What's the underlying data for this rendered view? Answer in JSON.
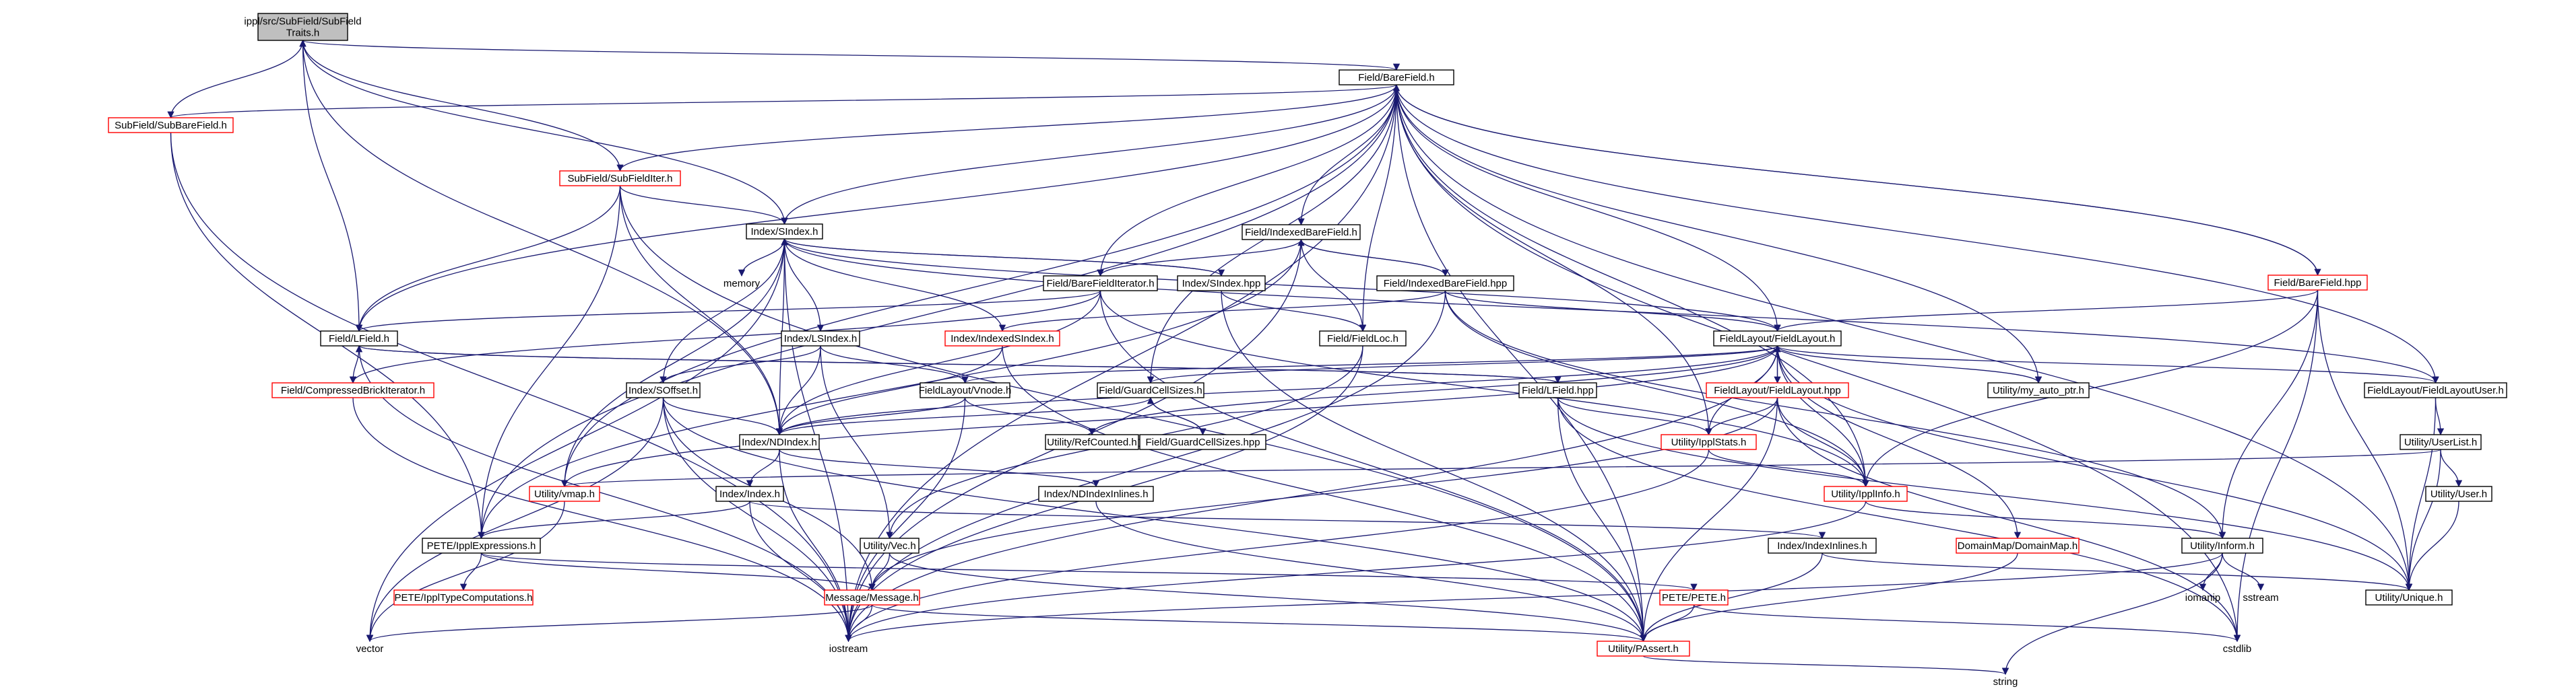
{
  "colors": {
    "edge": "#191970",
    "root_fill": "#bfbfbf",
    "box_border": "#000000",
    "red_border": "#ff0000",
    "red_text": "#ff0000",
    "text": "#000000"
  },
  "nodes": [
    {
      "id": "root",
      "label": "ippl/src/SubField/SubField\nTraits.h",
      "style": "root"
    },
    {
      "id": "barefield_h",
      "label": "Field/BareField.h",
      "style": "black"
    },
    {
      "id": "subbarefield",
      "label": "SubField/SubBareField.h",
      "style": "red"
    },
    {
      "id": "subfielditer",
      "label": "SubField/SubFieldIter.h",
      "style": "red"
    },
    {
      "id": "sindex_h",
      "label": "Index/SIndex.h",
      "style": "black"
    },
    {
      "id": "indexedbarefield_h",
      "label": "Field/IndexedBareField.h",
      "style": "black"
    },
    {
      "id": "barefieldhpp",
      "label": "Field/BareField.hpp",
      "style": "red"
    },
    {
      "id": "memory",
      "label": "memory",
      "style": "plain"
    },
    {
      "id": "sindex_hpp",
      "label": "Index/SIndex.hpp",
      "style": "black"
    },
    {
      "id": "barefielditerator",
      "label": "Field/BareFieldIterator.h",
      "style": "black"
    },
    {
      "id": "indexedbarefield_hpp",
      "label": "Field/IndexedBareField.hpp",
      "style": "black"
    },
    {
      "id": "lfield_h",
      "label": "Field/LField.h",
      "style": "black"
    },
    {
      "id": "lsindex",
      "label": "Index/LSIndex.h",
      "style": "black"
    },
    {
      "id": "indexedsindex",
      "label": "Index/IndexedSIndex.h",
      "style": "red"
    },
    {
      "id": "fieldloc",
      "label": "Field/FieldLoc.h",
      "style": "black"
    },
    {
      "id": "fieldlayout_h",
      "label": "FieldLayout/FieldLayout.h",
      "style": "black"
    },
    {
      "id": "compressedbrick",
      "label": "Field/CompressedBrickIterator.h",
      "style": "red"
    },
    {
      "id": "soffset",
      "label": "Index/SOffset.h",
      "style": "black"
    },
    {
      "id": "vnode",
      "label": "FieldLayout/Vnode.h",
      "style": "black"
    },
    {
      "id": "guardcellsizes_h",
      "label": "Field/GuardCellSizes.h",
      "style": "black"
    },
    {
      "id": "lfield_hpp",
      "label": "Field/LField.hpp",
      "style": "black"
    },
    {
      "id": "fieldlayout_hpp",
      "label": "FieldLayout/FieldLayout.hpp",
      "style": "red"
    },
    {
      "id": "my_auto_ptr",
      "label": "Utility/my_auto_ptr.h",
      "style": "black"
    },
    {
      "id": "fieldlayoutuser",
      "label": "FieldLayout/FieldLayoutUser.h",
      "style": "black"
    },
    {
      "id": "ndindex_h",
      "label": "Index/NDIndex.h",
      "style": "black"
    },
    {
      "id": "refcounted",
      "label": "Utility/RefCounted.h",
      "style": "black"
    },
    {
      "id": "guardcellsizes_hpp",
      "label": "Field/GuardCellSizes.hpp",
      "style": "black"
    },
    {
      "id": "ipplstats",
      "label": "Utility/IpplStats.h",
      "style": "red"
    },
    {
      "id": "userlist",
      "label": "Utility/UserList.h",
      "style": "black"
    },
    {
      "id": "vmap",
      "label": "Utility/vmap.h",
      "style": "red"
    },
    {
      "id": "index_h",
      "label": "Index/Index.h",
      "style": "black"
    },
    {
      "id": "ndindexinlines",
      "label": "Index/NDIndexInlines.h",
      "style": "black"
    },
    {
      "id": "ipplinfo",
      "label": "Utility/IpplInfo.h",
      "style": "red"
    },
    {
      "id": "user_h",
      "label": "Utility/User.h",
      "style": "black"
    },
    {
      "id": "ipplexpressions",
      "label": "PETE/IpplExpressions.h",
      "style": "black"
    },
    {
      "id": "vec_h",
      "label": "Utility/Vec.h",
      "style": "black"
    },
    {
      "id": "indexinlines",
      "label": "Index/IndexInlines.h",
      "style": "black"
    },
    {
      "id": "domainmap",
      "label": "DomainMap/DomainMap.h",
      "style": "red"
    },
    {
      "id": "inform",
      "label": "Utility/Inform.h",
      "style": "black"
    },
    {
      "id": "ippltypecomputations",
      "label": "PETE/IpplTypeComputations.h",
      "style": "red"
    },
    {
      "id": "message",
      "label": "Message/Message.h",
      "style": "red"
    },
    {
      "id": "pete",
      "label": "PETE/PETE.h",
      "style": "red"
    },
    {
      "id": "iomanip",
      "label": "iomanip",
      "style": "plain"
    },
    {
      "id": "sstream",
      "label": "sstream",
      "style": "plain"
    },
    {
      "id": "unique",
      "label": "Utility/Unique.h",
      "style": "black"
    },
    {
      "id": "vector",
      "label": "vector",
      "style": "plain"
    },
    {
      "id": "iostream",
      "label": "iostream",
      "style": "plain"
    },
    {
      "id": "passert",
      "label": "Utility/PAssert.h",
      "style": "red"
    },
    {
      "id": "cstdlib",
      "label": "cstdlib",
      "style": "plain"
    },
    {
      "id": "string",
      "label": "string",
      "style": "plain"
    }
  ],
  "edges": [
    [
      "subbarefield",
      "root"
    ],
    [
      "subfielditer",
      "root"
    ],
    [
      "root",
      "barefield_h"
    ],
    [
      "root",
      "sindex_h"
    ],
    [
      "root",
      "lfield_h"
    ],
    [
      "root",
      "ndindex_h"
    ],
    [
      "barefield_h",
      "subbarefield"
    ],
    [
      "barefield_h",
      "subfielditer"
    ],
    [
      "barefield_h",
      "sindex_h"
    ],
    [
      "barefield_h",
      "indexedbarefield_h"
    ],
    [
      "barefield_h",
      "barefieldhpp"
    ],
    [
      "barefield_h",
      "barefielditerator"
    ],
    [
      "barefield_h",
      "lfield_h"
    ],
    [
      "barefield_h",
      "fieldloc"
    ],
    [
      "barefield_h",
      "fieldlayout_h"
    ],
    [
      "barefield_h",
      "guardcellsizes_h"
    ],
    [
      "barefield_h",
      "my_auto_ptr"
    ],
    [
      "barefield_h",
      "fieldlayoutuser"
    ],
    [
      "barefield_h",
      "ipplstats"
    ],
    [
      "barefield_h",
      "ipplinfo"
    ],
    [
      "barefield_h",
      "unique"
    ],
    [
      "barefield_h",
      "iostream"
    ],
    [
      "barefield_h",
      "passert"
    ],
    [
      "barefield_h",
      "cstdlib"
    ],
    [
      "barefield_h",
      "ipplexpressions"
    ],
    [
      "barefield_h",
      "vmap"
    ],
    [
      "subbarefield",
      "ipplexpressions"
    ],
    [
      "subbarefield",
      "iostream"
    ],
    [
      "subfielditer",
      "sindex_h"
    ],
    [
      "subfielditer",
      "lfield_h"
    ],
    [
      "subfielditer",
      "ndindex_h"
    ],
    [
      "subfielditer",
      "ipplexpressions"
    ],
    [
      "subfielditer",
      "passert"
    ],
    [
      "sindex_h",
      "sindex_hpp"
    ],
    [
      "sindex_h",
      "memory"
    ],
    [
      "sindex_h",
      "lsindex"
    ],
    [
      "sindex_h",
      "soffset"
    ],
    [
      "sindex_h",
      "ndindex_h"
    ],
    [
      "sindex_h",
      "fieldlayout_h"
    ],
    [
      "sindex_h",
      "fieldlayoutuser"
    ],
    [
      "sindex_h",
      "vector"
    ],
    [
      "sindex_h",
      "iostream"
    ],
    [
      "sindex_h",
      "vmap"
    ],
    [
      "sindex_hpp",
      "sindex_h"
    ],
    [
      "sindex_hpp",
      "fieldloc"
    ],
    [
      "sindex_hpp",
      "passert"
    ],
    [
      "indexedbarefield_h",
      "indexedbarefield_hpp"
    ],
    [
      "indexedbarefield_h",
      "barefielditerator"
    ],
    [
      "indexedbarefield_h",
      "fieldloc"
    ],
    [
      "indexedbarefield_h",
      "iostream"
    ],
    [
      "indexedbarefield_h",
      "ipplexpressions"
    ],
    [
      "indexedbarefield_hpp",
      "indexedbarefield_h"
    ],
    [
      "indexedbarefield_hpp",
      "fieldlayout_h"
    ],
    [
      "indexedbarefield_hpp",
      "indexedsindex"
    ],
    [
      "indexedbarefield_hpp",
      "ipplinfo"
    ],
    [
      "indexedbarefield_hpp",
      "iostream"
    ],
    [
      "indexedbarefield_hpp",
      "inform"
    ],
    [
      "barefieldhpp",
      "barefield_h"
    ],
    [
      "barefieldhpp",
      "fieldlayout_h"
    ],
    [
      "barefieldhpp",
      "ipplinfo"
    ],
    [
      "barefieldhpp",
      "inform"
    ],
    [
      "barefieldhpp",
      "unique"
    ],
    [
      "barefieldhpp",
      "cstdlib"
    ],
    [
      "barefielditerator",
      "lfield_h"
    ],
    [
      "barefielditerator",
      "compressedbrick"
    ],
    [
      "barefielditerator",
      "ndindex_h"
    ],
    [
      "barefielditerator",
      "passert"
    ],
    [
      "barefielditerator",
      "ipplinfo"
    ],
    [
      "lfield_h",
      "lfield_hpp"
    ],
    [
      "lfield_h",
      "compressedbrick"
    ],
    [
      "lfield_h",
      "iostream"
    ],
    [
      "lsindex",
      "vnode"
    ],
    [
      "lsindex",
      "soffset"
    ],
    [
      "lsindex",
      "ndindex_h"
    ],
    [
      "lsindex",
      "vec_h"
    ],
    [
      "indexedsindex",
      "sindex_h"
    ],
    [
      "indexedsindex",
      "ndindex_h"
    ],
    [
      "indexedsindex",
      "passert"
    ],
    [
      "fieldloc",
      "vec_h"
    ],
    [
      "fieldloc",
      "iostream"
    ],
    [
      "fieldlayout_h",
      "fieldlayout_hpp"
    ],
    [
      "fieldlayout_h",
      "vnode"
    ],
    [
      "fieldlayout_h",
      "guardcellsizes_h"
    ],
    [
      "fieldlayout_h",
      "my_auto_ptr"
    ],
    [
      "fieldlayout_h",
      "fieldlayoutuser"
    ],
    [
      "fieldlayout_h",
      "refcounted"
    ],
    [
      "fieldlayout_h",
      "ipplstats"
    ],
    [
      "fieldlayout_h",
      "ipplinfo"
    ],
    [
      "fieldlayout_h",
      "domainmap"
    ],
    [
      "fieldlayout_h",
      "unique"
    ],
    [
      "fieldlayout_h",
      "iostream"
    ],
    [
      "fieldlayout_h",
      "vmap"
    ],
    [
      "fieldlayout_h",
      "ndindex_h"
    ],
    [
      "fieldlayout_hpp",
      "fieldlayout_h"
    ],
    [
      "fieldlayout_hpp",
      "ipplstats"
    ],
    [
      "fieldlayout_hpp",
      "ipplinfo"
    ],
    [
      "fieldlayout_hpp",
      "passert"
    ],
    [
      "fieldlayout_hpp",
      "cstdlib"
    ],
    [
      "fieldlayout_hpp",
      "message"
    ],
    [
      "compressedbrick",
      "iostream"
    ],
    [
      "soffset",
      "ndindex_h"
    ],
    [
      "soffset",
      "vector"
    ],
    [
      "soffset",
      "iostream"
    ],
    [
      "soffset",
      "passert"
    ],
    [
      "soffset",
      "message"
    ],
    [
      "vnode",
      "ndindex_h"
    ],
    [
      "vnode",
      "refcounted"
    ],
    [
      "vnode",
      "iostream"
    ],
    [
      "guardcellsizes_h",
      "guardcellsizes_hpp"
    ],
    [
      "guardcellsizes_h",
      "ndindex_h"
    ],
    [
      "guardcellsizes_hpp",
      "guardcellsizes_h"
    ],
    [
      "lfield_hpp",
      "lfield_h"
    ],
    [
      "lfield_hpp",
      "ipplstats"
    ],
    [
      "lfield_hpp",
      "passert"
    ],
    [
      "lfield_hpp",
      "unique"
    ],
    [
      "lfield_hpp",
      "cstdlib"
    ],
    [
      "fieldlayoutuser",
      "userlist"
    ],
    [
      "fieldlayoutuser",
      "unique"
    ],
    [
      "ndindex_h",
      "index_h"
    ],
    [
      "ndindex_h",
      "ndindexinlines"
    ],
    [
      "ndindex_h",
      "iostream"
    ],
    [
      "ipplstats",
      "ipplinfo"
    ],
    [
      "ipplstats",
      "iostream"
    ],
    [
      "userlist",
      "user_h"
    ],
    [
      "userlist",
      "unique"
    ],
    [
      "userlist",
      "vmap"
    ],
    [
      "user_h",
      "unique"
    ],
    [
      "vmap",
      "vector"
    ],
    [
      "index_h",
      "ipplexpressions"
    ],
    [
      "index_h",
      "indexinlines"
    ],
    [
      "index_h",
      "iostream"
    ],
    [
      "ndindexinlines",
      "passert"
    ],
    [
      "ipplinfo",
      "inform"
    ],
    [
      "ipplinfo",
      "iostream"
    ],
    [
      "ipplexpressions",
      "ippltypecomputations"
    ],
    [
      "ipplexpressions",
      "pete"
    ],
    [
      "ipplexpressions",
      "message"
    ],
    [
      "vec_h",
      "message"
    ],
    [
      "vec_h",
      "passert"
    ],
    [
      "indexinlines",
      "unique"
    ],
    [
      "indexinlines",
      "passert"
    ],
    [
      "domainmap",
      "passert"
    ],
    [
      "inform",
      "iomanip"
    ],
    [
      "inform",
      "sstream"
    ],
    [
      "inform",
      "iostream"
    ],
    [
      "inform",
      "string"
    ],
    [
      "message",
      "vector"
    ],
    [
      "message",
      "iostream"
    ],
    [
      "message",
      "passert"
    ],
    [
      "pete",
      "passert"
    ],
    [
      "pete",
      "cstdlib"
    ],
    [
      "passert",
      "string"
    ]
  ]
}
